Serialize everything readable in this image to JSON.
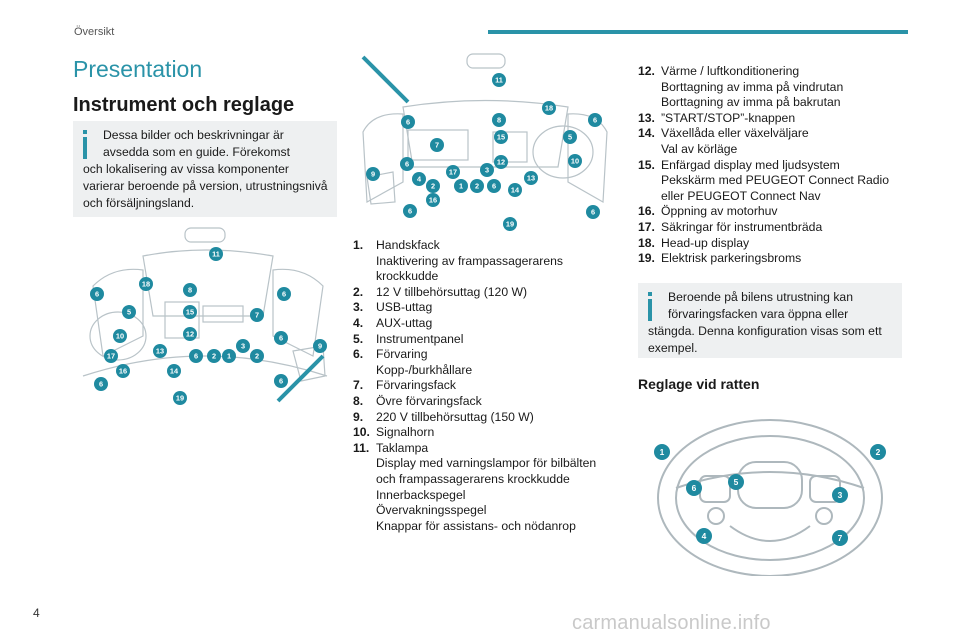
{
  "header": {
    "section": "Översikt"
  },
  "page_title": "Presentation",
  "section_heading": "Instrument och reglage",
  "note1": {
    "first": "Dessa bilder och beskrivningar är avsedda som en guide. Förekomst",
    "rest": "och lokalisering av vissa komponenter varierar beroende på version, utrustningsnivå och försäljningsland."
  },
  "figures": {
    "dash_left_callouts": [
      "11",
      "18",
      "8",
      "6",
      "6",
      "5",
      "15",
      "7",
      "10",
      "12",
      "6",
      "9",
      "17",
      "16",
      "13",
      "14",
      "6",
      "2",
      "1",
      "2",
      "3",
      "6",
      "6",
      "19"
    ],
    "dash_mid_callouts": [
      "11",
      "18",
      "8",
      "6",
      "6",
      "5",
      "15",
      "7",
      "10",
      "12",
      "6",
      "9",
      "17",
      "4",
      "2",
      "1",
      "2",
      "3",
      "6",
      "13",
      "16",
      "14",
      "6",
      "19",
      "6"
    ],
    "wheel_callouts": [
      "1",
      "2",
      "6",
      "5",
      "3",
      "4",
      "7"
    ]
  },
  "list_mid": [
    {
      "num": "1.",
      "lines": [
        "Handskfack",
        "Inaktivering av frampassagerarens",
        "krockkudde"
      ]
    },
    {
      "num": "2.",
      "lines": [
        "12 V tillbehörsuttag (120 W)"
      ]
    },
    {
      "num": "3.",
      "lines": [
        "USB-uttag"
      ]
    },
    {
      "num": "4.",
      "lines": [
        "AUX-uttag"
      ]
    },
    {
      "num": "5.",
      "lines": [
        "Instrumentpanel"
      ]
    },
    {
      "num": "6.",
      "lines": [
        "Förvaring",
        "Kopp-/burkhållare"
      ]
    },
    {
      "num": "7.",
      "lines": [
        "Förvaringsfack"
      ]
    },
    {
      "num": "8.",
      "lines": [
        "Övre förvaringsfack"
      ]
    },
    {
      "num": "9.",
      "lines": [
        "220 V tillbehörsuttag (150 W)"
      ]
    },
    {
      "num": "10.",
      "lines": [
        "Signalhorn"
      ]
    },
    {
      "num": "11.",
      "lines": [
        "Taklampa",
        "Display med varningslampor för bilbälten",
        "och frampassagerarens krockkudde",
        "Innerbackspegel",
        "Övervakningsspegel",
        "Knappar för assistans- och nödanrop"
      ]
    }
  ],
  "list_right": [
    {
      "num": "12.",
      "lines": [
        "Värme / luftkonditionering",
        "Borttagning av imma på vindrutan",
        "Borttagning av imma på bakrutan"
      ]
    },
    {
      "num": "13.",
      "lines": [
        "”START/STOP”-knappen"
      ]
    },
    {
      "num": "14.",
      "lines": [
        "Växellåda eller växelväljare",
        "Val av körläge"
      ]
    },
    {
      "num": "15.",
      "lines": [
        "Enfärgad display med ljudsystem",
        "Pekskärm med PEUGEOT Connect Radio",
        "eller PEUGEOT Connect Nav"
      ]
    },
    {
      "num": "16.",
      "lines": [
        "Öppning av motorhuv"
      ]
    },
    {
      "num": "17.",
      "lines": [
        "Säkringar för instrumentbräda"
      ]
    },
    {
      "num": "18.",
      "lines": [
        "Head-up display"
      ]
    },
    {
      "num": "19.",
      "lines": [
        "Elektrisk parkeringsbroms"
      ]
    }
  ],
  "note2": {
    "first": "Beroende på bilens utrustning kan förvaringsfacken vara öppna eller",
    "rest": "stängda. Denna konfiguration visas som ett exempel."
  },
  "controls_heading": "Reglage vid ratten",
  "page_number": "4",
  "watermark": "carmanualsonline.info",
  "colors": {
    "accent": "#2a93a8",
    "note_bg": "#eef0f1",
    "callout": "#1f8aa0"
  }
}
